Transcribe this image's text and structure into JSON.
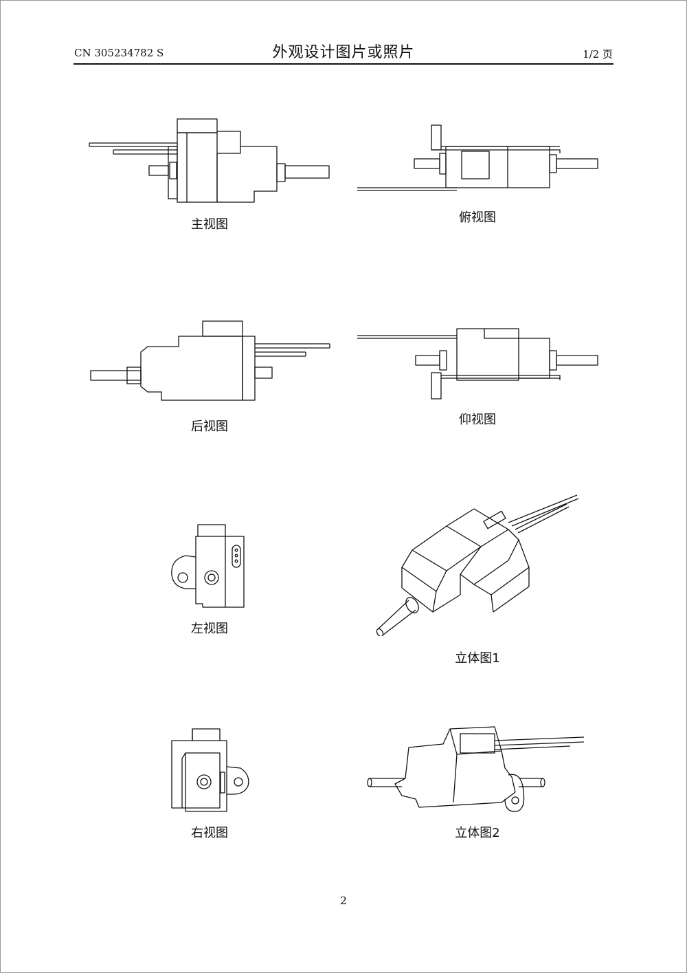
{
  "header": {
    "doc_number": "CN 305234782 S",
    "title": "外观设计图片或照片",
    "page": "1/2 页"
  },
  "views": [
    {
      "label": "主视图"
    },
    {
      "label": "俯视图"
    },
    {
      "label": "后视图"
    },
    {
      "label": "仰视图"
    },
    {
      "label": "左视图"
    },
    {
      "label": "立体图1"
    },
    {
      "label": "右视图"
    },
    {
      "label": "立体图2"
    }
  ],
  "footer": {
    "page_number": "2"
  }
}
